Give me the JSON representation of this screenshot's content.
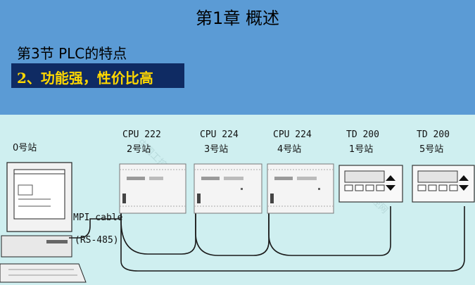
{
  "header": {
    "chapter_title": "第1章 概述",
    "section_title": "第3节   PLC的特点",
    "subsection_title": "2、功能强，性价比高"
  },
  "colors": {
    "slide_background": "#5B9BD5",
    "highlight_box": "#0F2B63",
    "highlight_text": "#FFD700",
    "diagram_background": "#CFEFF0"
  },
  "diagram": {
    "station0_label": "0号站",
    "mpi_cable_label": "MPI cable",
    "rs485_label": "(RS-485)",
    "devices": [
      {
        "model": "CPU 222",
        "station": "2号站"
      },
      {
        "model": "CPU 224",
        "station": "3号站"
      },
      {
        "model": "CPU 224",
        "station": "4号站"
      },
      {
        "model": "TD 200",
        "station": "1号站"
      },
      {
        "model": "TD 200",
        "station": "5号站"
      }
    ]
  }
}
